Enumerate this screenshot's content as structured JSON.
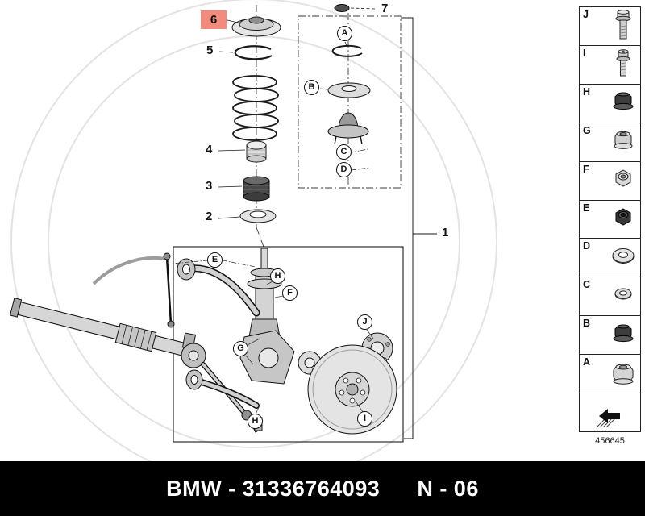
{
  "footer": {
    "part_line": "BMW - 31336764093",
    "page_code": "N - 06",
    "background": "#000000",
    "text_color": "#ffffff"
  },
  "callouts": {
    "n1": "1",
    "n2": "2",
    "n3": "3",
    "n4": "4",
    "n5": "5",
    "n6": "6",
    "n7": "7",
    "A": "A",
    "B": "B",
    "C": "C",
    "D": "D",
    "E": "E",
    "F": "F",
    "G": "G",
    "H": "H",
    "I": "I",
    "J": "J",
    "highlighted_item": "6",
    "highlight_color": "#f28b7d"
  },
  "legend": {
    "items": [
      {
        "label": "J",
        "icon": "hex-bolt-icon"
      },
      {
        "label": "I",
        "icon": "socket-screw-icon"
      },
      {
        "label": "H",
        "icon": "flange-nut-dark-icon"
      },
      {
        "label": "G",
        "icon": "collar-nut-icon"
      },
      {
        "label": "F",
        "icon": "hex-nut-icon"
      },
      {
        "label": "E",
        "icon": "lock-nut-dark-icon"
      },
      {
        "label": "D",
        "icon": "washer-large-icon"
      },
      {
        "label": "C",
        "icon": "washer-icon"
      },
      {
        "label": "B",
        "icon": "flange-nut-dark-icon"
      },
      {
        "label": "A",
        "icon": "collar-nut-large-icon"
      }
    ],
    "footer_icon": "page-arrow-icon",
    "sheet_number": "456645"
  }
}
